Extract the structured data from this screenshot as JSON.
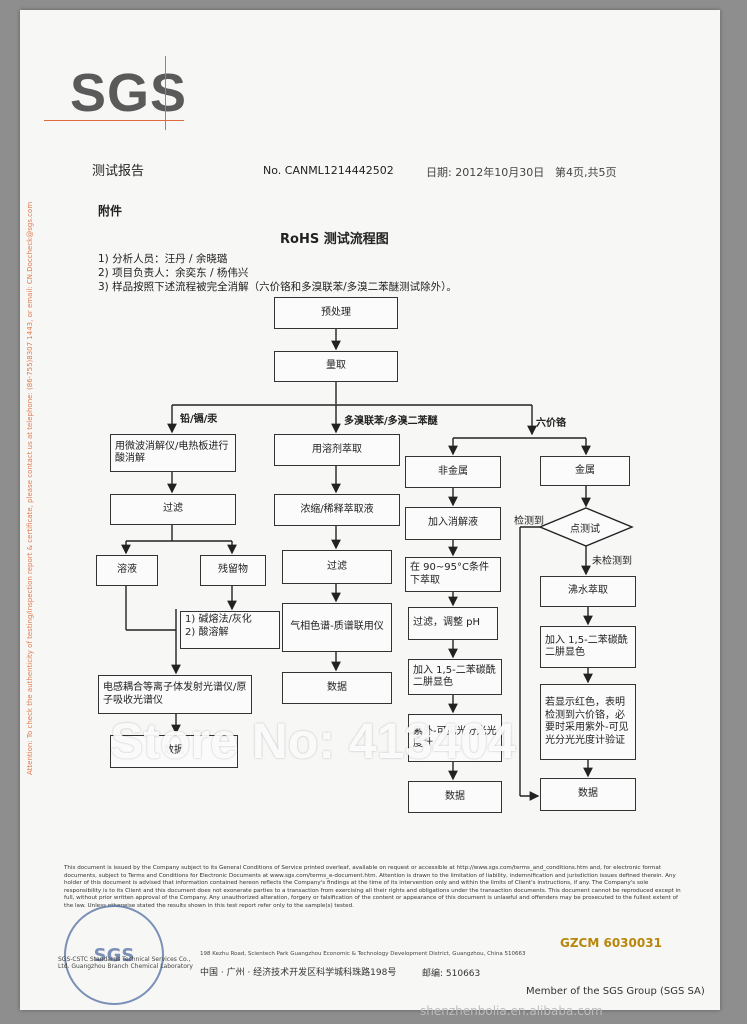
{
  "logo": "SGS",
  "side_note": "Attention: To check the authenticity of testing/inspection report & certificate, please contact us at telephone: (86-755)8307 1443, or email: CN.Doccheck@sgs.com",
  "header": {
    "title": "测试报告",
    "report_no": "No. CANML1214442502",
    "date": "日期: 2012年10月30日",
    "page": "第4页,共5页"
  },
  "section_title": "附件",
  "chart_title": "RoHS 测试流程图",
  "notes": [
    "1) 分析人员：汪丹 / 余晓璐",
    "2) 项目负责人：余奕东 / 杨伟兴",
    "3) 样品按照下述流程被完全消解（六价铬和多溴联苯/多溴二苯醚测试除外）。"
  ],
  "flow": {
    "pretreat": "预处理",
    "weigh": "量取",
    "branch_metals": "铅/镉/汞",
    "branch_pbb": "多溴联苯/多溴二苯醚",
    "branch_cr6": "六价铬",
    "digest": "用微波消解仪/电热板进行酸消解",
    "filter": "过滤",
    "solution": "溶液",
    "residue": "残留物",
    "residue_steps": [
      "1) 碱熔法/灰化",
      "2) 酸溶解"
    ],
    "icp": "电感耦合等离子体发射光谱仪/原子吸收光谱仪",
    "data": "数据",
    "solvent_extract": "用溶剂萃取",
    "concentrate": "浓缩/稀释萃取液",
    "filter2": "过滤",
    "gcms": "气相色谱-质谱联用仪",
    "data2": "数据",
    "nonmetal": "非金属",
    "metal": "金属",
    "add_digest": "加入消解液",
    "extract_90": "在 90~95°C条件下萃取",
    "filter_ph": "过滤，调整 pH",
    "add_dpc": "加入 1,5-二苯碳酰二肼显色",
    "uv_vis": "紫外-可见光分光光度计",
    "data3": "数据",
    "spot_test": "点测试",
    "detected": "检测到",
    "not_detected": "未检测到",
    "boil_extract": "沸水萃取",
    "add_dpc2": "加入 1,5-二苯碳酰二肼显色",
    "red_note": "若显示红色，表明检测到六价铬，必要时采用紫外-可见光分光光度计验证",
    "data4": "数据"
  },
  "footer_text": "This document is issued by the Company subject to its General Conditions of Service printed overleaf, available on request or accessible at http://www.sgs.com/terms_and_conditions.htm and, for electronic format documents, subject to Terms and Conditions for Electronic Documents at www.sgs.com/terms_e-document.htm. Attention is drawn to the limitation of liability, indemnification and jurisdiction issues defined therein. Any holder of this document is advised that information contained hereon reflects the Company's findings at the time of its intervention only and within the limits of Client's instructions, if any. The Company's sole responsibility is to its Client and this document does not exonerate parties to a transaction from exercising all their rights and obligations under the transaction documents. This document cannot be reproduced except in full, without prior written approval of the Company. Any unauthorized alteration, forgery or falsification of the content or appearance of this document is unlawful and offenders may be prosecuted to the fullest extent of the law. Unless otherwise stated the results shown in this test report refer only to the sample(s) tested.",
  "seal_text": "SGS",
  "company_line_en": "SGS-CSTC Standards Technical Services Co., Ltd. Guangzhou Branch Chemical Laboratory",
  "address_en": "198 Kezhu Road, Scientech Park Guangzhou Economic & Technology Development District, Guangzhou, China 510663",
  "address_cn": "中国 · 广州 · 经济技术开发区科学城科珠路198号",
  "postcode": "邮编: 510663",
  "serial": "GZCM 6030031",
  "member_line": "Member of the SGS Group (SGS SA)",
  "watermark": "Store No: 413404",
  "site_watermark": "shenzhenbolia.en.alibaba.com"
}
